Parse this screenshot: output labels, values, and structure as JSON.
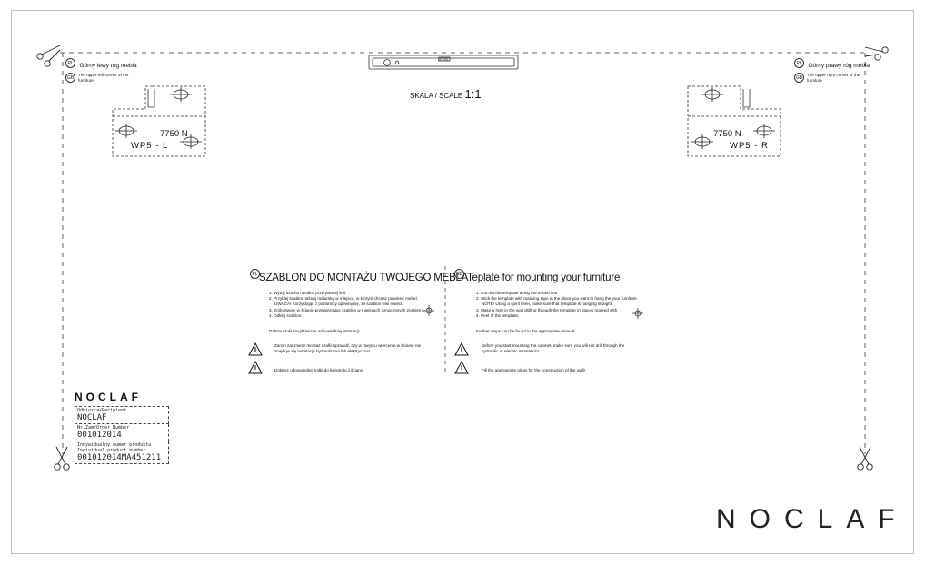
{
  "corners": {
    "left": {
      "pl_code": "PL",
      "gb_code": "GB",
      "title_pl": "Górny lewy róg mebla",
      "title_gb": "The upper left corner of the furniture"
    },
    "right": {
      "pl_code": "PL",
      "gb_code": "GB",
      "title_pl": "Górny prawy róg mebla",
      "title_gb": "The upper right corner of the furniture"
    }
  },
  "scale_label": "SKALA / SCALE",
  "scale_value": "1:1",
  "level_text": "LEVEL",
  "brackets": {
    "left": {
      "load": "7750 N",
      "model": "WP5 - L"
    },
    "right": {
      "load": "7750 N",
      "model": "WP5 - R"
    }
  },
  "instructions_pl": {
    "code": "PL",
    "heading": "SZABLON DO MONTAŻU TWOJEGO MEBLA",
    "steps": [
      "1. Wytnij szablon wzdłuż przerywanej linii.",
      "2. Przyklej szablon taśmą malarską w miejscu, w którym chcesz powiesić mebel.",
      "   UWAGA! Korzystając z poziomicy upewnij się, że szablon wisi równo.",
      "3. Zrób otwory w ścianie przewiercając szablon w miejscach oznaczonych znakiem",
      "4. Odklej szablon."
    ],
    "further": "Dalsze kroki znajdziesz w odpowiedniej instrukcji.",
    "warning1": "Zanim zaczniesz montaż szafki sprawdź, czy w miejscu wiercenia w ścianie nie znajduje się instalacja hydrauliczna lub elektryczna!",
    "warning2": "Dobierz odpowiednie kołki do konstrukcji ściany!"
  },
  "instructions_gb": {
    "code": "GB",
    "heading": "Teplate for mounting your furniture",
    "steps": [
      "1. Cut out the template along the dotted line.",
      "2. Stick the template with masking tape in the place you want to hang the your furniture.",
      "   NOTE! Using a spirit level, make sure that template is hanging straight.",
      "3. Make a hole in the wall drilling through the template in places marked with",
      "4. Peel of the template."
    ],
    "further": "Further steps can be found in the appropriate manual.",
    "warning1": "Before you start mounting the cabinet, make sure you will not drill through the hydraulic or electric instalation!",
    "warning2": "Fill the appropriate plugs for the construction of the wall!"
  },
  "label": {
    "logo": "NOCLAF",
    "recipient_caption": "Odbiorca/Recipient",
    "recipient_value": "NOCLAF",
    "order_caption": "Nr.Zam/Order Number",
    "order_value": "001012014",
    "product_caption_pl": "Indywidualny numer produktu",
    "product_caption_gb": "Individual product number",
    "product_value": "001012014MA451211"
  },
  "brand": "NOCLAF",
  "colors": {
    "ink": "#111111",
    "brand_accent": "#1e7f7a",
    "border": "#bdbdbd"
  }
}
